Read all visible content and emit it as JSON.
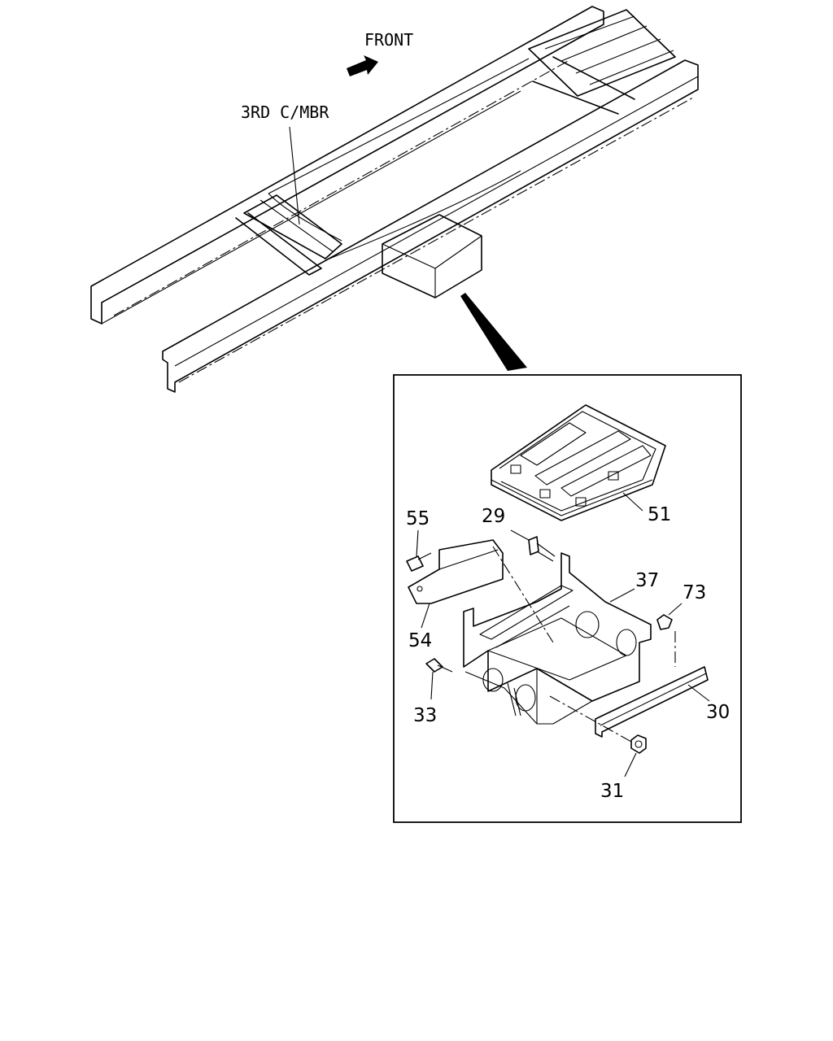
{
  "labels": {
    "front": "FRONT",
    "third_cross_member": "3RD C/MBR"
  },
  "callouts": [
    {
      "id": "c51",
      "text": "51"
    },
    {
      "id": "c55",
      "text": "55"
    },
    {
      "id": "c29",
      "text": "29"
    },
    {
      "id": "c37",
      "text": "37"
    },
    {
      "id": "c73",
      "text": "73"
    },
    {
      "id": "c54",
      "text": "54"
    },
    {
      "id": "c33",
      "text": "33"
    },
    {
      "id": "c30",
      "text": "30"
    },
    {
      "id": "c31",
      "text": "31"
    }
  ]
}
